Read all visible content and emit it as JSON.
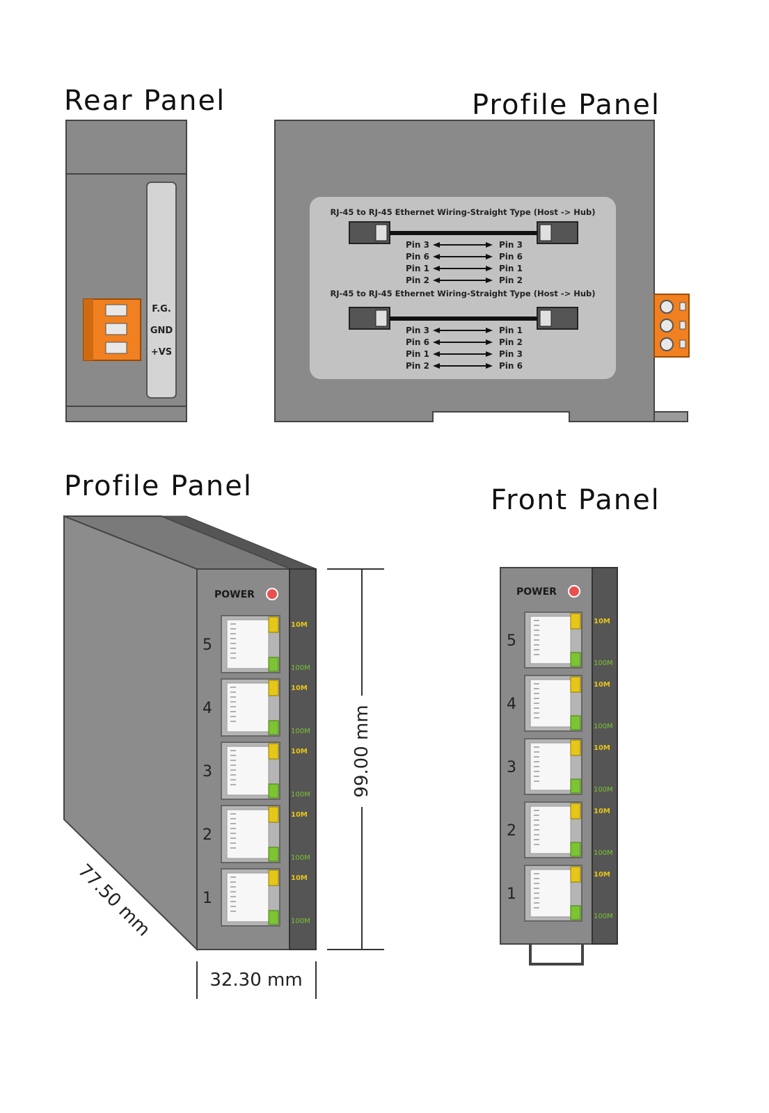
{
  "titles": {
    "rear": "Rear Panel",
    "profile_top": "Profile Panel",
    "profile_bottom": "Profile Panel",
    "front": "Front Panel"
  },
  "rear_panel": {
    "terminal_labels": [
      "F.G.",
      "GND",
      "+VS"
    ]
  },
  "wiring": {
    "straight_title": "RJ-45 to RJ-45 Ethernet Wiring-Straight Type (Host -> Hub)",
    "cross_title": "RJ-45 to RJ-45 Ethernet Wiring-Straight Type (Host -> Hub)",
    "straight_pairs": [
      {
        "left": "Pin 3",
        "right": "Pin 3"
      },
      {
        "left": "Pin 6",
        "right": "Pin 6"
      },
      {
        "left": "Pin 1",
        "right": "Pin 1"
      },
      {
        "left": "Pin 2",
        "right": "Pin 2"
      }
    ],
    "cross_pairs": [
      {
        "left": "Pin 3",
        "right": "Pin 1"
      },
      {
        "left": "Pin 6",
        "right": "Pin 2"
      },
      {
        "left": "Pin 1",
        "right": "Pin 3"
      },
      {
        "left": "Pin 2",
        "right": "Pin 6"
      }
    ]
  },
  "device": {
    "power_label": "POWER",
    "ports": [
      "5",
      "4",
      "3",
      "2",
      "1"
    ],
    "led_top_label": "10M",
    "led_bottom_label": "100M"
  },
  "dimensions": {
    "height": "99.00 mm",
    "depth": "77.50 mm",
    "width": "32.30 mm"
  },
  "colors": {
    "body": "#8a8a8a",
    "body_dark": "#555555",
    "terminal": "#f08020",
    "led_yellow": "#e6c619",
    "led_green": "#7cc432",
    "power_led": "#e85050"
  }
}
